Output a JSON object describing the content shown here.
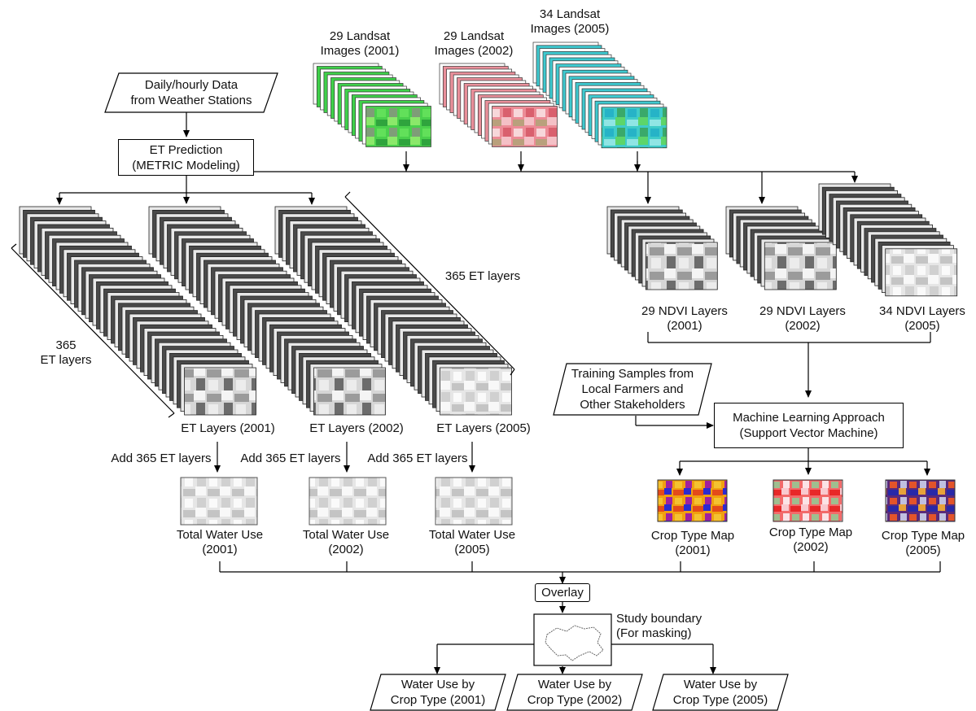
{
  "weather_input": {
    "line1": "Daily/hourly Data",
    "line2": "from Weather Stations"
  },
  "et_prediction": {
    "line1": "ET Prediction",
    "line2": "(METRIC Modeling)"
  },
  "landsat": [
    {
      "line1": "29 Landsat",
      "line2": "Images (2001)",
      "palette": "green"
    },
    {
      "line1": "29 Landsat",
      "line2": "Images (2002)",
      "palette": "pink"
    },
    {
      "line1": "34 Landsat",
      "line2": "Images (2005)",
      "palette": "cyan"
    }
  ],
  "et_stack_brace_left": {
    "line1": "365",
    "line2": "ET layers"
  },
  "et_stack_brace_right": "365 ET layers",
  "et_layers": [
    {
      "label": "ET Layers (2001)",
      "add": "Add 365 ET layers",
      "total1": "Total Water Use",
      "total2": "(2001)"
    },
    {
      "label": "ET Layers (2002)",
      "add": "Add 365 ET layers",
      "total1": "Total Water Use",
      "total2": "(2002)"
    },
    {
      "label": "ET Layers (2005)",
      "add": "Add 365 ET layers",
      "total1": "Total Water Use",
      "total2": "(2005)"
    }
  ],
  "ndvi_layers": [
    {
      "line1": "29 NDVI Layers",
      "line2": "(2001)"
    },
    {
      "line1": "29 NDVI Layers",
      "line2": "(2002)"
    },
    {
      "line1": "34 NDVI Layers",
      "line2": "(2005)"
    }
  ],
  "training": {
    "line1": "Training Samples from",
    "line2": "Local Farmers and",
    "line3": "Other Stakeholders"
  },
  "ml": {
    "line1": "Machine Learning Approach",
    "line2": "(Support Vector Machine)"
  },
  "crop_maps": [
    {
      "line1": "Crop Type Map",
      "line2": "(2001)"
    },
    {
      "line1": "Crop Type Map",
      "line2": "(2002)"
    },
    {
      "line1": "Crop Type Map",
      "line2": "(2005)"
    }
  ],
  "overlay": "Overlay",
  "study_boundary": {
    "line1": "Study boundary",
    "line2": "(For masking)"
  },
  "outputs": [
    {
      "line1": "Water Use by",
      "line2": "Crop Type (2001)"
    },
    {
      "line1": "Water Use by",
      "line2": "Crop Type (2002)"
    },
    {
      "line1": "Water Use by",
      "line2": "Crop Type (2005)"
    }
  ],
  "colors": {
    "line": "#000000",
    "green": "#3fd14a",
    "pink": "#e98f9a",
    "cyan": "#3fc9cf",
    "gray": "#8f8f8f"
  }
}
